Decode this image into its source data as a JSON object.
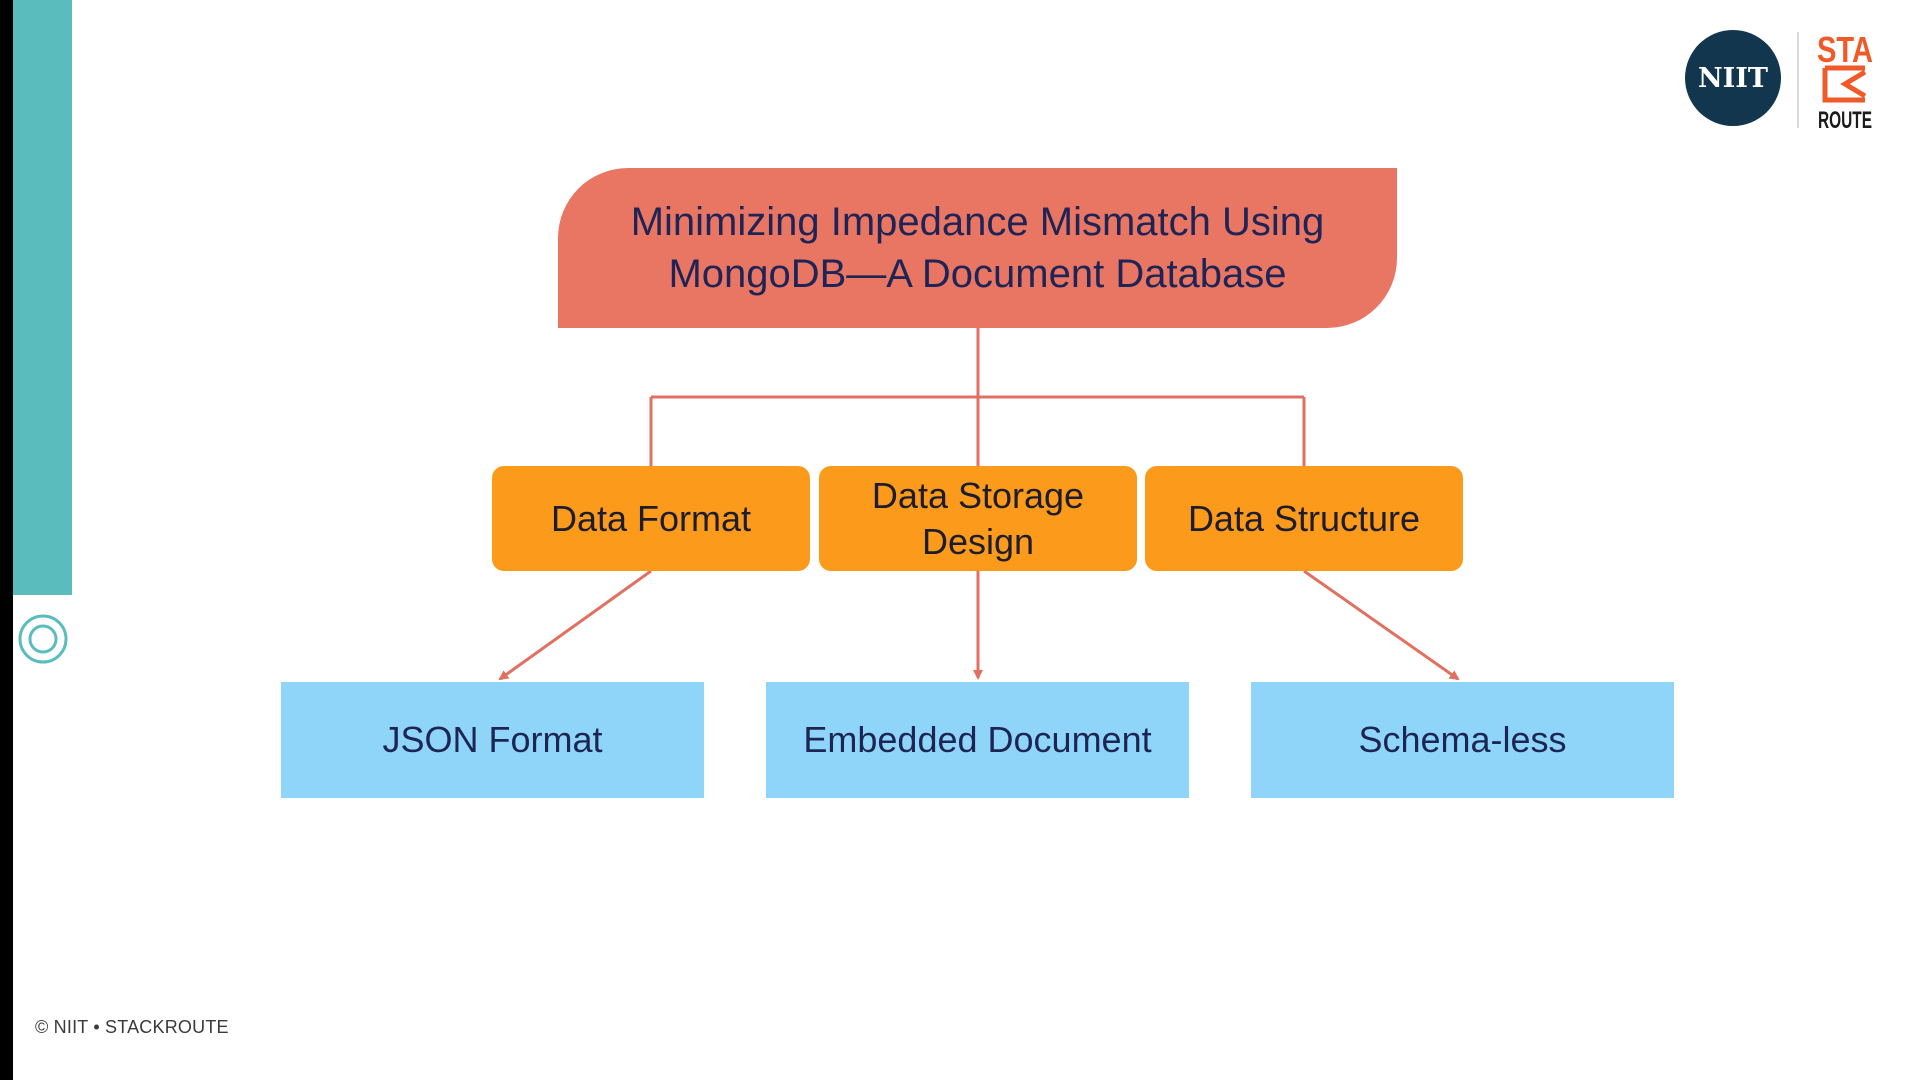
{
  "logo": {
    "niit_text": "NIIT",
    "stackroute_line1": "STA",
    "stackroute_line2": "ROUTE"
  },
  "diagram": {
    "title": "Minimizing Impedance Mismatch Using MongoDB—A Document Database",
    "categories": [
      {
        "label": "Data Format"
      },
      {
        "label": "Data Storage Design"
      },
      {
        "label": "Data Structure"
      }
    ],
    "features": [
      {
        "label": "JSON Format"
      },
      {
        "label": "Embedded Document"
      },
      {
        "label": "Schema-less"
      }
    ]
  },
  "footer": {
    "text": "© NIIT • STACKROUTE"
  },
  "colors": {
    "accent_bar": "#5bbcbe",
    "title_box": "#e97663",
    "category_box": "#fb9a1b",
    "feature_box": "#8ed5f9",
    "connector": "#e07060",
    "niit_navy": "#12364d",
    "stackroute_orange": "#ef5a28"
  }
}
